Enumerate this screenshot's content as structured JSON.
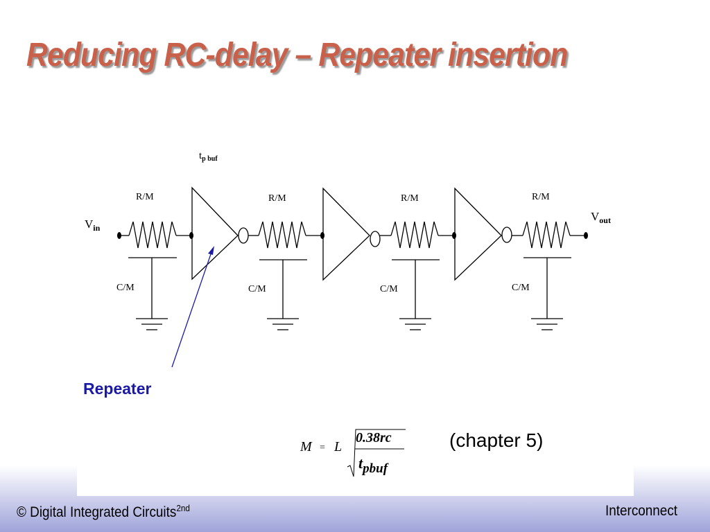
{
  "slide": {
    "title": "Reducing RC-delay – Repeater insertion"
  },
  "diagram": {
    "tpbuf_main": "t",
    "tpbuf_sub": "p buf",
    "vin_main": "V",
    "vin_sub": "in",
    "vout_main": "V",
    "vout_sub": "out",
    "resistor_labels": [
      "R/M",
      "R/M",
      "R/M",
      "R/M"
    ],
    "capacitor_labels": [
      "C/M",
      "C/M",
      "C/M",
      "C/M"
    ],
    "repeater_label": "Repeater",
    "arrow_color": "#1a1aa6"
  },
  "formula": {
    "lhs": "M",
    "equals": "=",
    "factor": "L",
    "numerator": "0.38rc",
    "denominator_main": "t",
    "denominator_sub": "pbuf"
  },
  "note": "(chapter 5)",
  "footer": {
    "left_text": "© Digital Integrated Circuits",
    "left_sup": "2nd",
    "right_text": "Interconnect"
  },
  "colors": {
    "title": "#c8604a",
    "repeater": "#1a1aa6",
    "band_bottom": "#9fa3d9"
  }
}
